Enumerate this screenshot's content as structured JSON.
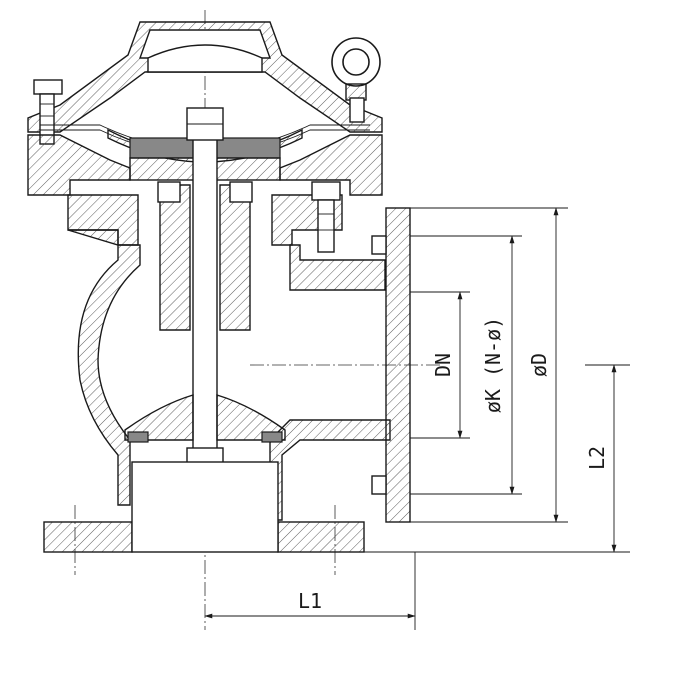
{
  "drawing": {
    "kind": "technical-drawing",
    "labels": {
      "dn": "DN",
      "k": "øK (N-ø)",
      "d": "øD",
      "l2": "L2",
      "l1": "L1"
    }
  }
}
